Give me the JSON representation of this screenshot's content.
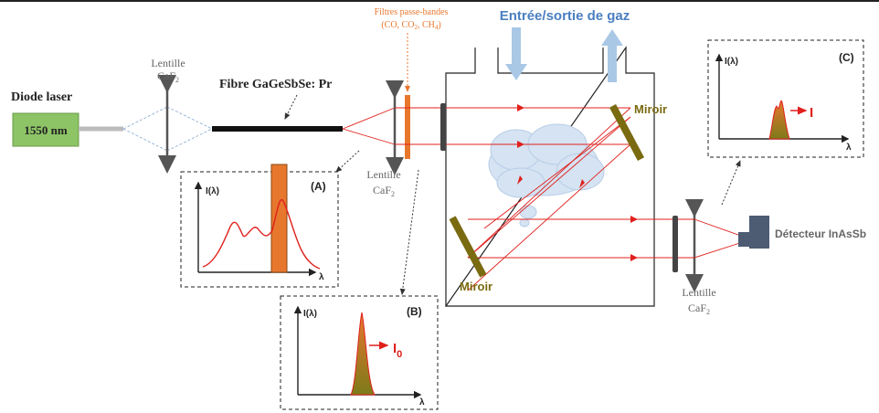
{
  "laser": {
    "name": "Diode laser",
    "wavelength": "1550 nm"
  },
  "lens1": {
    "line1": "Lentille",
    "line2": "CaF",
    "sub": "2"
  },
  "fiber": {
    "label": "Fibre GaGeSbSe: Pr"
  },
  "filters": {
    "line1": "Filtres passe-bandes",
    "line2_a": "(CO, CO",
    "line2_sub1": "2",
    "line2_b": ", CH",
    "line2_sub2": "4",
    "line2_c": ")"
  },
  "gas": {
    "label": "Entrée/sortie de gaz"
  },
  "lens2": {
    "line1": "Lentille",
    "line2": "CaF",
    "sub": "2"
  },
  "lens3": {
    "line1": "Lentille",
    "line2": "CaF",
    "sub": "2"
  },
  "mirror_top": {
    "label": "Miroir"
  },
  "mirror_bottom": {
    "label": "Miroir"
  },
  "detector": {
    "label": "Détecteur InAsSb"
  },
  "panelA": {
    "tag": "(A)",
    "ylabel": "I(λ)",
    "xlabel": "λ"
  },
  "panelB": {
    "tag": "(B)",
    "ylabel": "I(λ)",
    "xlabel": "λ",
    "out_label": "I",
    "out_sub": "0"
  },
  "panelC": {
    "tag": "(C)",
    "ylabel": "I(λ)",
    "xlabel": "λ",
    "out_label": "I"
  },
  "colors": {
    "laser_box": "#8dc466",
    "filter": "#e8772e",
    "mirror": "#7a6a10",
    "beam": "#e0201c",
    "gas_arrow": "#a9c8e6",
    "cloud": "#d5e3f3",
    "detector": "#4d5b73"
  }
}
